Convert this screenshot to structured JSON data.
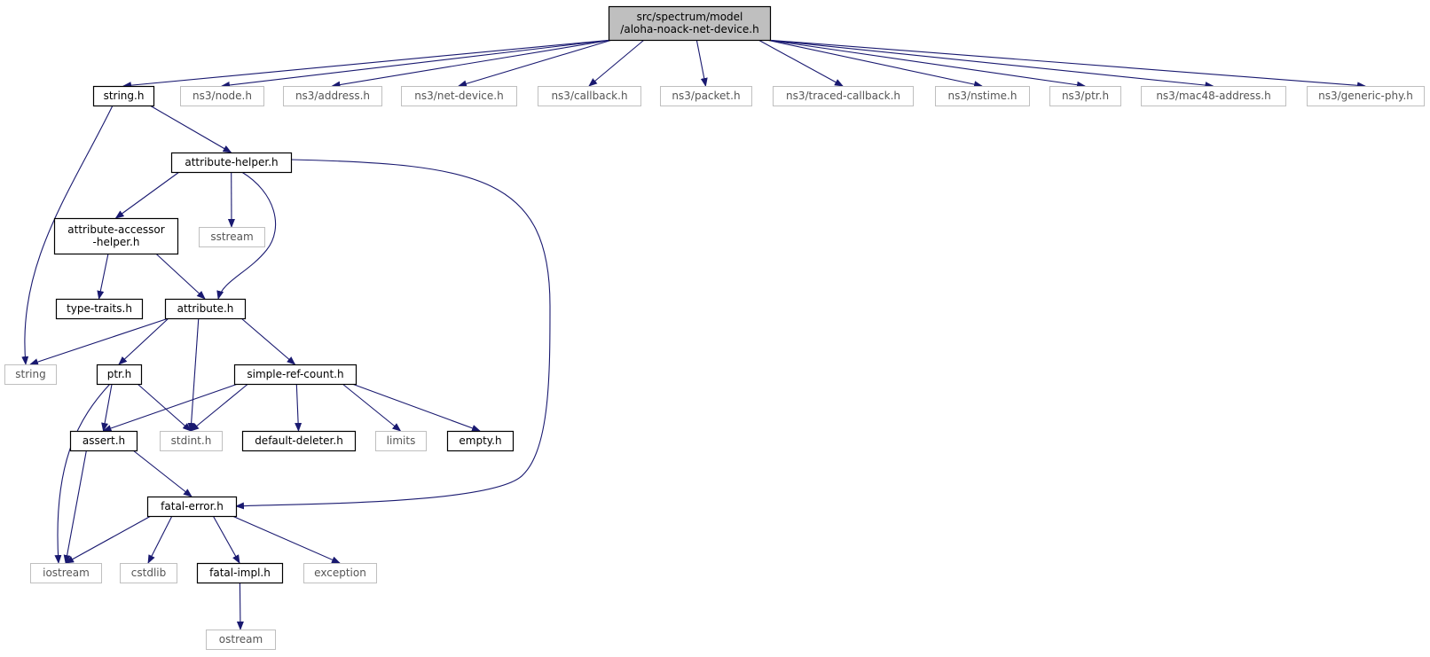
{
  "diagram": {
    "type": "include-dependency-graph",
    "colors": {
      "edge": "#191970",
      "root_fill": "#bfbfbf",
      "node_border": "#000000",
      "external_border": "#bfbfbf",
      "text": "#000000"
    },
    "nodes": [
      {
        "id": "root",
        "lines": [
          "src/spectrum/model",
          "/aloha-noack-net-device.h"
        ],
        "kind": "root"
      },
      {
        "id": "string_h",
        "lines": [
          "string.h"
        ],
        "kind": "local"
      },
      {
        "id": "node_h",
        "lines": [
          "ns3/node.h"
        ],
        "kind": "external"
      },
      {
        "id": "address_h",
        "lines": [
          "ns3/address.h"
        ],
        "kind": "external"
      },
      {
        "id": "netdevice_h",
        "lines": [
          "ns3/net-device.h"
        ],
        "kind": "external"
      },
      {
        "id": "callback_h",
        "lines": [
          "ns3/callback.h"
        ],
        "kind": "external"
      },
      {
        "id": "packet_h",
        "lines": [
          "ns3/packet.h"
        ],
        "kind": "external"
      },
      {
        "id": "tracedcb_h",
        "lines": [
          "ns3/traced-callback.h"
        ],
        "kind": "external"
      },
      {
        "id": "nstime_h",
        "lines": [
          "ns3/nstime.h"
        ],
        "kind": "external"
      },
      {
        "id": "ns3ptr_h",
        "lines": [
          "ns3/ptr.h"
        ],
        "kind": "external"
      },
      {
        "id": "mac48_h",
        "lines": [
          "ns3/mac48-address.h"
        ],
        "kind": "external"
      },
      {
        "id": "genericphy_h",
        "lines": [
          "ns3/generic-phy.h"
        ],
        "kind": "external"
      },
      {
        "id": "attrhelper_h",
        "lines": [
          "attribute-helper.h"
        ],
        "kind": "local"
      },
      {
        "id": "attraccessor_h",
        "lines": [
          "attribute-accessor",
          "-helper.h"
        ],
        "kind": "local"
      },
      {
        "id": "sstream",
        "lines": [
          "sstream"
        ],
        "kind": "external"
      },
      {
        "id": "typetraits_h",
        "lines": [
          "type-traits.h"
        ],
        "kind": "local"
      },
      {
        "id": "attribute_h",
        "lines": [
          "attribute.h"
        ],
        "kind": "local"
      },
      {
        "id": "string",
        "lines": [
          "string"
        ],
        "kind": "external"
      },
      {
        "id": "ptr_h",
        "lines": [
          "ptr.h"
        ],
        "kind": "local"
      },
      {
        "id": "simplerefcount_h",
        "lines": [
          "simple-ref-count.h"
        ],
        "kind": "local"
      },
      {
        "id": "assert_h",
        "lines": [
          "assert.h"
        ],
        "kind": "local"
      },
      {
        "id": "stdint_h",
        "lines": [
          "stdint.h"
        ],
        "kind": "external"
      },
      {
        "id": "defaultdeleter_h",
        "lines": [
          "default-deleter.h"
        ],
        "kind": "local"
      },
      {
        "id": "limits",
        "lines": [
          "limits"
        ],
        "kind": "external"
      },
      {
        "id": "empty_h",
        "lines": [
          "empty.h"
        ],
        "kind": "local"
      },
      {
        "id": "fatalerror_h",
        "lines": [
          "fatal-error.h"
        ],
        "kind": "local"
      },
      {
        "id": "iostream",
        "lines": [
          "iostream"
        ],
        "kind": "external"
      },
      {
        "id": "cstdlib",
        "lines": [
          "cstdlib"
        ],
        "kind": "external"
      },
      {
        "id": "fatalimpl_h",
        "lines": [
          "fatal-impl.h"
        ],
        "kind": "local"
      },
      {
        "id": "exception",
        "lines": [
          "exception"
        ],
        "kind": "external"
      },
      {
        "id": "ostream",
        "lines": [
          "ostream"
        ],
        "kind": "external"
      }
    ],
    "edges": [
      [
        "root",
        "string_h"
      ],
      [
        "root",
        "node_h"
      ],
      [
        "root",
        "address_h"
      ],
      [
        "root",
        "netdevice_h"
      ],
      [
        "root",
        "callback_h"
      ],
      [
        "root",
        "packet_h"
      ],
      [
        "root",
        "tracedcb_h"
      ],
      [
        "root",
        "nstime_h"
      ],
      [
        "root",
        "ns3ptr_h"
      ],
      [
        "root",
        "mac48_h"
      ],
      [
        "root",
        "genericphy_h"
      ],
      [
        "string_h",
        "attrhelper_h"
      ],
      [
        "string_h",
        "string"
      ],
      [
        "attrhelper_h",
        "attraccessor_h"
      ],
      [
        "attrhelper_h",
        "sstream"
      ],
      [
        "attrhelper_h",
        "attribute_h"
      ],
      [
        "attrhelper_h",
        "fatalerror_h"
      ],
      [
        "attraccessor_h",
        "typetraits_h"
      ],
      [
        "attraccessor_h",
        "attribute_h"
      ],
      [
        "attribute_h",
        "string"
      ],
      [
        "attribute_h",
        "ptr_h"
      ],
      [
        "attribute_h",
        "stdint_h"
      ],
      [
        "attribute_h",
        "simplerefcount_h"
      ],
      [
        "ptr_h",
        "assert_h"
      ],
      [
        "ptr_h",
        "stdint_h"
      ],
      [
        "ptr_h",
        "iostream"
      ],
      [
        "simplerefcount_h",
        "assert_h"
      ],
      [
        "simplerefcount_h",
        "stdint_h"
      ],
      [
        "simplerefcount_h",
        "defaultdeleter_h"
      ],
      [
        "simplerefcount_h",
        "limits"
      ],
      [
        "simplerefcount_h",
        "empty_h"
      ],
      [
        "assert_h",
        "fatalerror_h"
      ],
      [
        "assert_h",
        "iostream"
      ],
      [
        "fatalerror_h",
        "iostream"
      ],
      [
        "fatalerror_h",
        "cstdlib"
      ],
      [
        "fatalerror_h",
        "fatalimpl_h"
      ],
      [
        "fatalerror_h",
        "exception"
      ],
      [
        "fatalimpl_h",
        "ostream"
      ]
    ]
  }
}
